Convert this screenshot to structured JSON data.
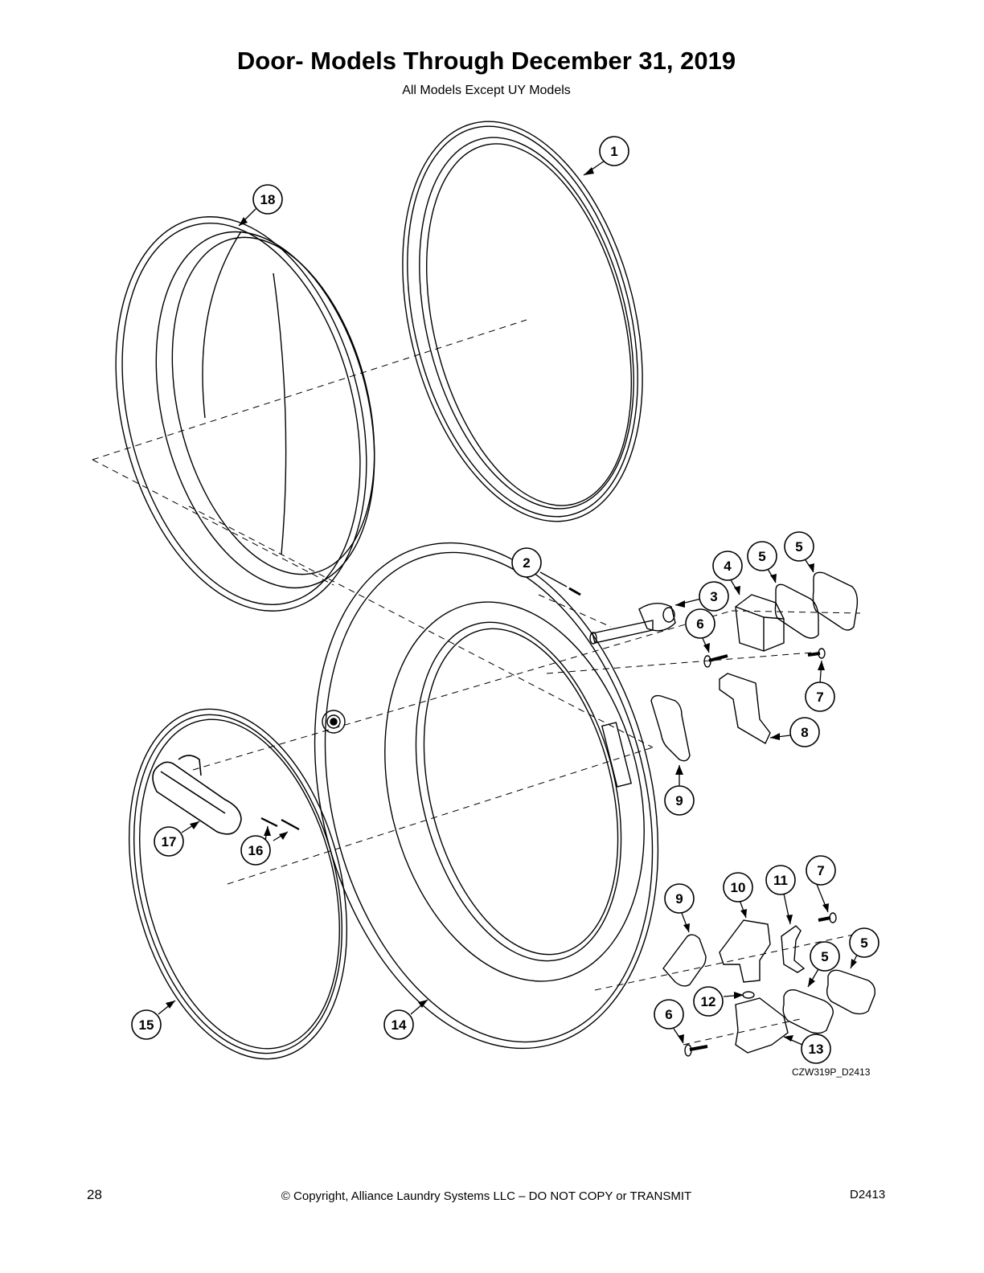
{
  "page": {
    "title": "Door- Models Through December 31, 2019",
    "subtitle": "All Models Except UY Models"
  },
  "diagram": {
    "drawing_code": "CZW319P_D2413",
    "callouts": [
      "1",
      "18",
      "2",
      "3",
      "4",
      "5",
      "5",
      "6",
      "7",
      "8",
      "9",
      "17",
      "16",
      "15",
      "14",
      "9",
      "10",
      "11",
      "7",
      "5",
      "5",
      "12",
      "6",
      "13"
    ]
  },
  "footer": {
    "page_number": "28",
    "copyright": "© Copyright, Alliance Laundry Systems LLC – DO NOT COPY or TRANSMIT",
    "doc_code": "D2413"
  }
}
